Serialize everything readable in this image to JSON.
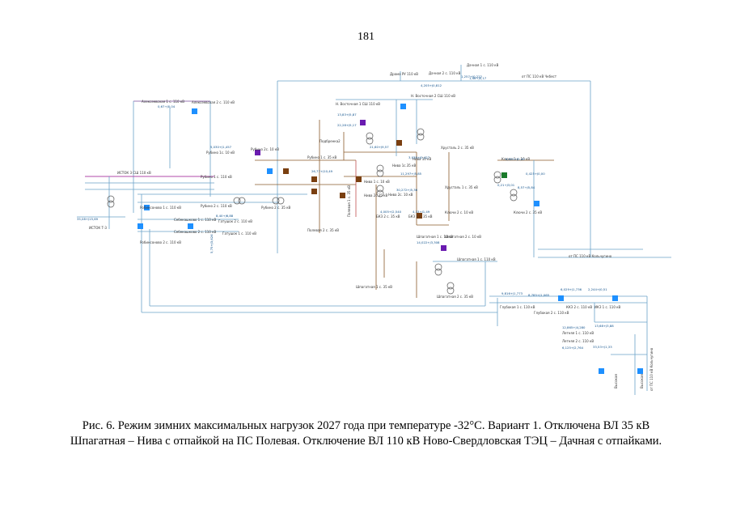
{
  "page_number": "181",
  "caption": {
    "line1": "Рис. 6. Режим зимних максимальных нагрузок 2027 года при температуре -32°С. Вариант 1. Отключена ВЛ 35 кВ",
    "line2": "Шпагатная – Нива с отпайкой на ПС Полевая. Отключение ВЛ 110 кВ Ново-Свердловская ТЭЦ – Дачная с отпайками."
  },
  "diagram": {
    "labels": {
      "dachnaya1": "Дачная 1 с. 110 кВ",
      "dachnaya2": "Дачная 2 с. 110 кВ",
      "ot_ps_chkalovsk": "от ПС 110 кВ Чкбест",
      "drama": "Драма РУ 110 кВ",
      "alekseevskaya1": "Алексеевская 1 с. 110 кВ",
      "alekseevskaya2": "Алексеевская 2 с. 110 кВ",
      "vostochnaya1": "Н. Восточная 1 СШ 110 кВ",
      "vostochnaya2": "Н. Восточная 2 СШ 110 кВ",
      "podbrenka": "Подбренка2",
      "rubino1_10": "Рубино 1с. 10 кВ",
      "rubino2_10": "Рубино 2с. 10 кВ",
      "rubino1_35": "Рубино 1 с. 35 кВ",
      "rubino1_110": "Рубино 1 с. 110 кВ",
      "rubino2_110": "Рубино 2 с. 110 кВ",
      "rubino2_35": "Рубино 2 с. 35 кВ",
      "niva1_35": "Нива 1с.35 кВ",
      "niva2_35": "Нива 2с.35 кВ",
      "niva_10": "Нива 10 кВ",
      "niva1_10": "Нива 1 с. 10 кВ",
      "niva2_10": "Нива 2 с. 10 кВ",
      "niva_2c_10": "Нива 2с. 10 кВ",
      "bkz2_35": "БКЗ 2 с. 35 кВ",
      "bkz1_35": "БКЗ 1 с. 35 кВ",
      "polevaya1": "Полевая 1 с. 35 кВ",
      "polevaya2": "Полевая 2 с. 35 кВ",
      "shpagatnaya_1_10": "Шпагатная 1 с. 10 кВ",
      "shpagatnaya_2_10": "Шпагатная 2 с. 10 кВ",
      "shpagatnaya_1_35": "Шпагатная 1 с. 35 кВ",
      "shpagatnaya_2_35": "Шпагатная 2 с. 35 кВ",
      "shpagatnaya_1_110": "Шпагатная 1 с. 110 кВ",
      "shpagatnaya_2_110": "Шпагатная 2 с. 110 кВ",
      "istok_t3": "ИСТОК Т-3",
      "istok3_110": "ИСТОК 3 СШ 110 кВ",
      "istok4_110": "ИСТОК 4 СШ 110 кВ",
      "robinsonovo1": "Робинсоново 1 с. 110 кВ",
      "robinsonovo2": "Робинсоново 2 с. 110 кВ",
      "sibirskaya1": "Себекашково 1 с. 110 кВ",
      "sibirskaya2": "Себекашково 2 с. 110 кВ",
      "gatushy1": "Гатушок 1 с. 110 кВ",
      "gatushy2": "Гатушок 2 с. 110 кВ",
      "hrustal_2_35": "Хрусталь 2 с. 35 кВ",
      "hrustal_1_35": "Хрусталь 1 с. 35 кВ",
      "kalinovka1": "Ключи 1 с. 10 кВ",
      "kalinovka2": "Ключи 2 с. 10 кВ",
      "klyuchi1_35": "Ключи 1 с. 35 кВ",
      "klyuchi2_35": "Ключи 2 с. 35 кВ",
      "ot_ps_kolchugino": "от ПС 110 кВ Кольчугино",
      "glubokaya1": "Глубокая 1 с. 110 кВ",
      "glubokaya2": "Глубокая 2 с. 110 кВ",
      "kkz2": "ККЗ 2 с. 110 кВ",
      "ikz1": "ИКЗ 1 с. 110 кВ",
      "letnyaya1": "Летняя 1 с. 110 кВ",
      "letnyaya2": "Летняя 2 с. 110 кВ",
      "vysokaya1": "Высокая",
      "vysokaya2": "Высокая",
      "ot_ps_kolchugino_v": "от ПС 110 кВ Кольчугино"
    },
    "flows": {
      "f1": "1,257+J0,222",
      "f2": "4,205+J0,812",
      "f3": "1,46+J0,17",
      "f4": "0,67+J0,04",
      "f5": "13,83+J5,87",
      "f6": "22,28+J5,17",
      "f7": "5,030+J1,457",
      "f8": "21,60+J9,57",
      "f9": "3,038+J0,427",
      "f10": "11,297+J5,85",
      "f11": "30,272+J5,36",
      "f12": "4,33+J1,49",
      "f13": "4,005+J2,540",
      "f14": "14,022+J3,308",
      "f15": "26,77+J10,49",
      "f16": "0,21+J3,01",
      "f17": "8,57+J5,84",
      "f18": "35,08+J15,69",
      "f19": "9,816+J1,773",
      "f20": "8,785+J1,065",
      "f21": "6,029+J1,736",
      "f22": "2,244+J0,51",
      "f23": "12,865+J4,280",
      "f24": "6,125+J2,764",
      "f25": "13,68+J3,88",
      "f26": "33,53+J1,33",
      "f27": "0,021+J0,40",
      "f28": "0,425+J0,00",
      "f29": "5,75+J3,626",
      "f30": "8,40+J6,88"
    }
  }
}
